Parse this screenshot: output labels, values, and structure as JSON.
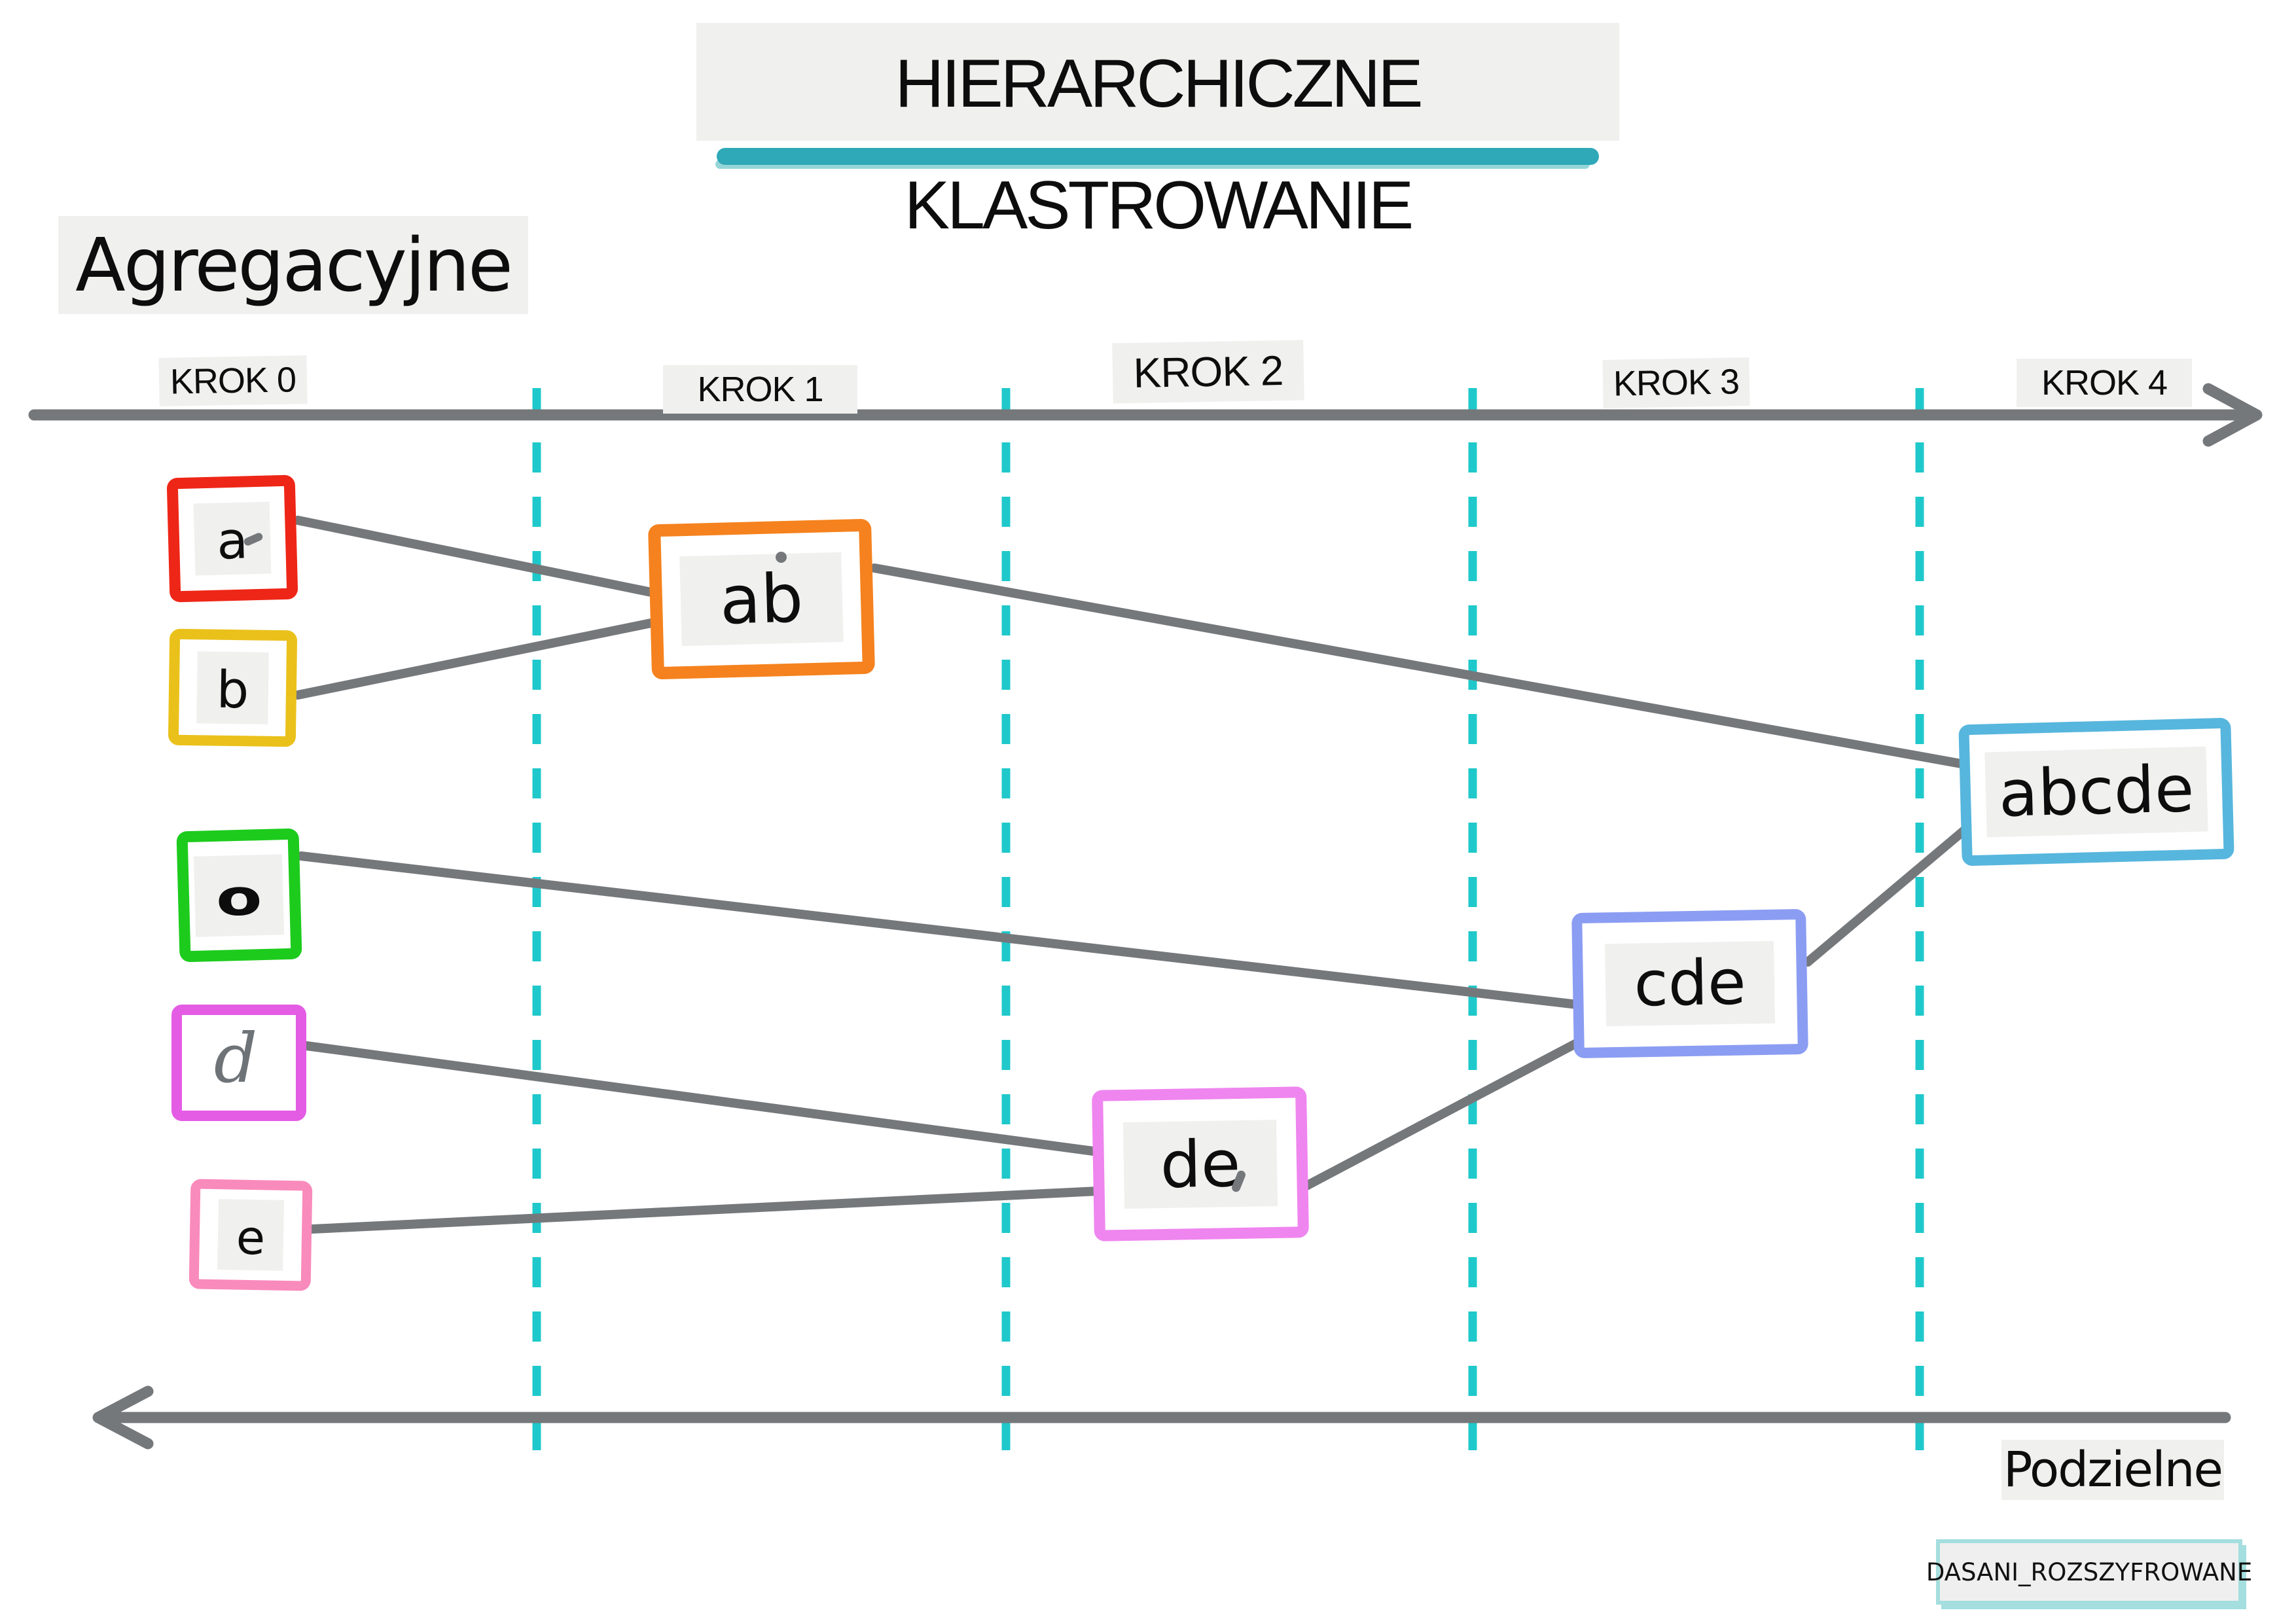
{
  "title": {
    "text": "HIERARCHICZNE KLASTROWANIE"
  },
  "methods": {
    "agglomerative": "Agregacyjne",
    "divisive": "Podzielne"
  },
  "steps": [
    {
      "label": "KROK 0"
    },
    {
      "label": "KROK 1"
    },
    {
      "label": "KROK 2"
    },
    {
      "label": "KROK 3"
    },
    {
      "label": "KROK 4"
    }
  ],
  "nodes": [
    {
      "id": "a",
      "label": "a",
      "border_color": "#ee2617"
    },
    {
      "id": "b",
      "label": "b",
      "border_color": "#eac11b"
    },
    {
      "id": "c",
      "label": "o",
      "border_color": "#1dcb1d"
    },
    {
      "id": "d",
      "label": "d",
      "border_color": "#e45ce4"
    },
    {
      "id": "e",
      "label": "e",
      "border_color": "#f98abc"
    },
    {
      "id": "ab",
      "label": "ab",
      "border_color": "#f5821e"
    },
    {
      "id": "de",
      "label": "de",
      "border_color": "#ef85ef"
    },
    {
      "id": "cde",
      "label": "cde",
      "border_color": "#8b9df2"
    },
    {
      "id": "abcde",
      "label": "abcde",
      "border_color": "#57b6dd"
    }
  ],
  "badge": {
    "text": "DASANI_ROZSZYFROWANE"
  },
  "colors": {
    "timeline_gray": "#75787b",
    "step_divider_teal": "#1fc8ca",
    "title_underline_teal": "#2fa8b8",
    "title_underline_shadow": "#96d6d8",
    "highlight_background": "#f0f0ef",
    "badge_border_teal": "#a5dede",
    "text_black": "#0d0d0d",
    "handwritten_gray": "#6e7377"
  }
}
